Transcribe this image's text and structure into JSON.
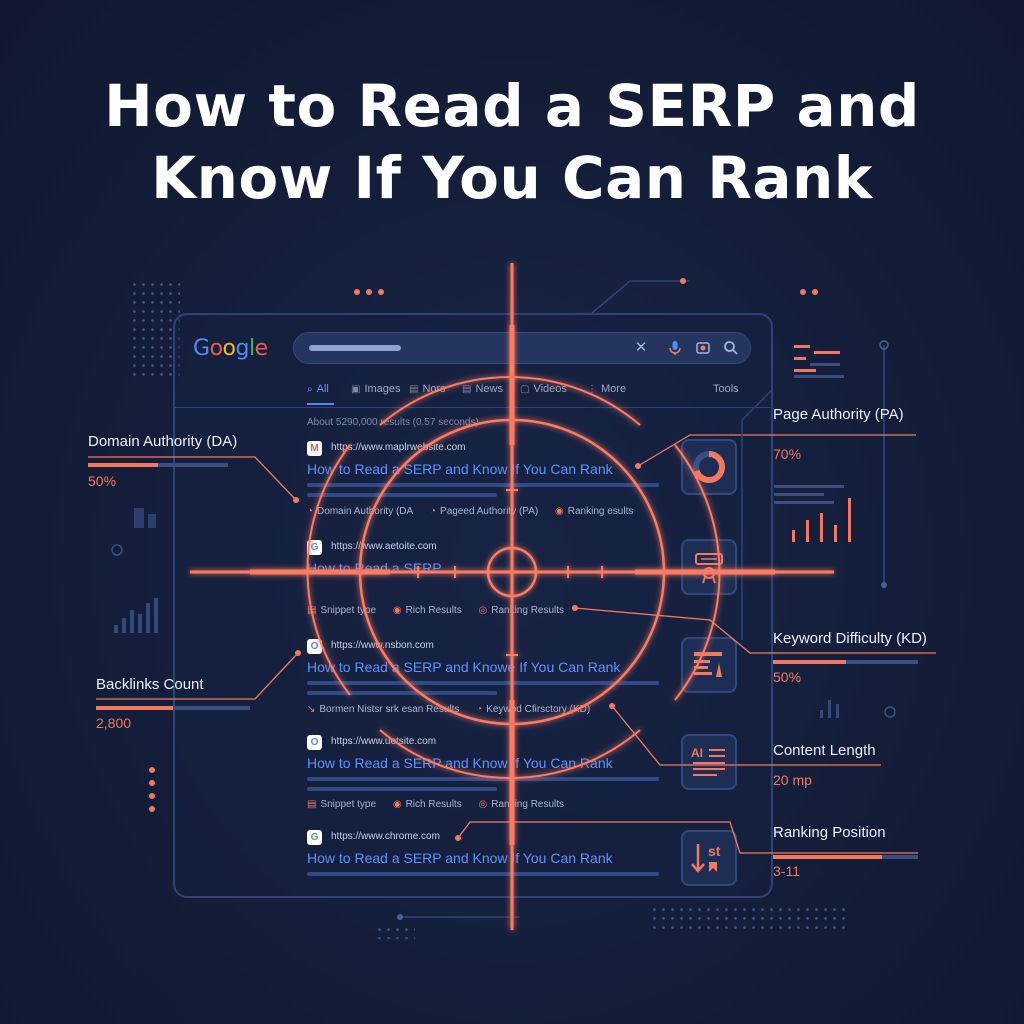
{
  "title": {
    "line1": "How to Read a SERP and",
    "line2": "Know If You Can Rank"
  },
  "browser": {
    "logo_letters": [
      "G",
      "o",
      "o",
      "g",
      "l",
      "e"
    ],
    "search_icons": [
      "close-icon",
      "mic-icon",
      "lens-icon",
      "search-icon"
    ],
    "tabs": [
      {
        "label": "All",
        "icon": "search-icon",
        "active": true
      },
      {
        "label": "Images",
        "icon": "image-icon"
      },
      {
        "label": "Nors",
        "icon": "news-icon"
      },
      {
        "label": "News",
        "icon": "news-icon"
      },
      {
        "label": "Videos",
        "icon": "video-icon"
      },
      {
        "label": "More",
        "icon": "more-icon"
      },
      {
        "label": "Tools",
        "icon": ""
      }
    ],
    "results_count": "About 5290,000 results (0.57 seconds)",
    "results": [
      {
        "favicon": "M",
        "url": "https://www.maplrwebsite.com",
        "title": "How to Read a SERP and Know If You Can Rank",
        "meta": [
          "Domain Authority (DA",
          "Pageed Authority (PA)",
          "Ranking esults"
        ]
      },
      {
        "favicon": "G",
        "url": "https://www.aetoite.com",
        "title": "How to Read a SERP",
        "meta": [
          "Snippet type",
          "Rich Results",
          "Ranking Results"
        ]
      },
      {
        "favicon": "O",
        "url": "https://www.nsbon.com",
        "title": "How to Read a SERP and Knowe If You Can Rank",
        "meta": [
          "Bormen Nistsr srk esan Results",
          "Keywod Cfirsctory (KD)"
        ]
      },
      {
        "favicon": "O",
        "url": "https://www.uetsite.com",
        "title": "How to Read a SERP and Know If You Can Rank",
        "meta": [
          "Snippet type",
          "Rich Results",
          "Ranking Results"
        ]
      },
      {
        "favicon": "G",
        "url": "https://www.chrome.com",
        "title": "How to Read a SERP and Know If You Can Rank",
        "meta": []
      }
    ]
  },
  "metrics": {
    "domain_authority": {
      "label": "Domain Authority (DA)",
      "value": "50%",
      "fraction": 0.5
    },
    "backlinks": {
      "label": "Backlinks Count",
      "value": "2,800",
      "fraction": 0.5
    },
    "page_authority": {
      "label": "Page Authority (PA)",
      "value": "70%",
      "fraction": 0.7
    },
    "keyword_difficulty": {
      "label": "Keyword Difficulty (KD)",
      "value": "50%",
      "fraction": 0.5
    },
    "content_length": {
      "label": "Content Length",
      "value": "20 mp"
    },
    "ranking_position": {
      "label": "Ranking Position",
      "value": "3-11",
      "fraction": 0.75
    }
  },
  "icon_boxes": [
    {
      "icon": "donut-chart-icon"
    },
    {
      "icon": "badge-icon"
    },
    {
      "icon": "document-icon"
    },
    {
      "icon": "ai-text-icon",
      "text": "AI"
    },
    {
      "icon": "ranking-icon",
      "text": "st"
    }
  ],
  "colors": {
    "accent": "#f2795f",
    "link": "#5d93ff",
    "background": "#131d38",
    "panel_border": "#2e4378"
  }
}
